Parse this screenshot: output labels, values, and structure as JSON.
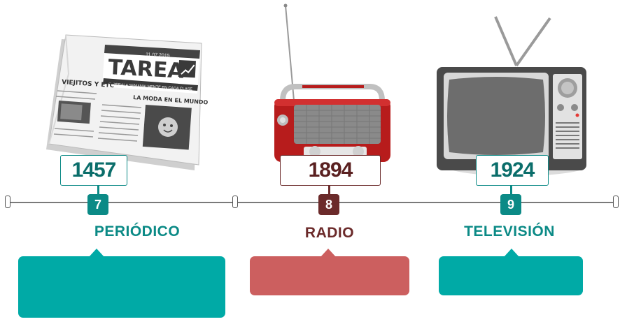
{
  "newspaper": {
    "masthead": "TAREA",
    "date": "11.07.2015",
    "tagline": "ESPERALA SEMANALMENTE EN CADA CLASE",
    "headline_left": "VIEJITOS Y ETC",
    "headline_right": "LA MODA EN EL MUNDO"
  },
  "events": [
    {
      "year": "1457",
      "number": "7",
      "label": "PERIÓDICO",
      "color": "#0b8a86",
      "card_color": "#00aaa6"
    },
    {
      "year": "1894",
      "number": "8",
      "label": "RADIO",
      "color": "#6b2a2a",
      "card_color": "#cc5f5f"
    },
    {
      "year": "1924",
      "number": "9",
      "label": "TELEVISIÓN",
      "color": "#0b8a86",
      "card_color": "#00aaa6"
    }
  ]
}
